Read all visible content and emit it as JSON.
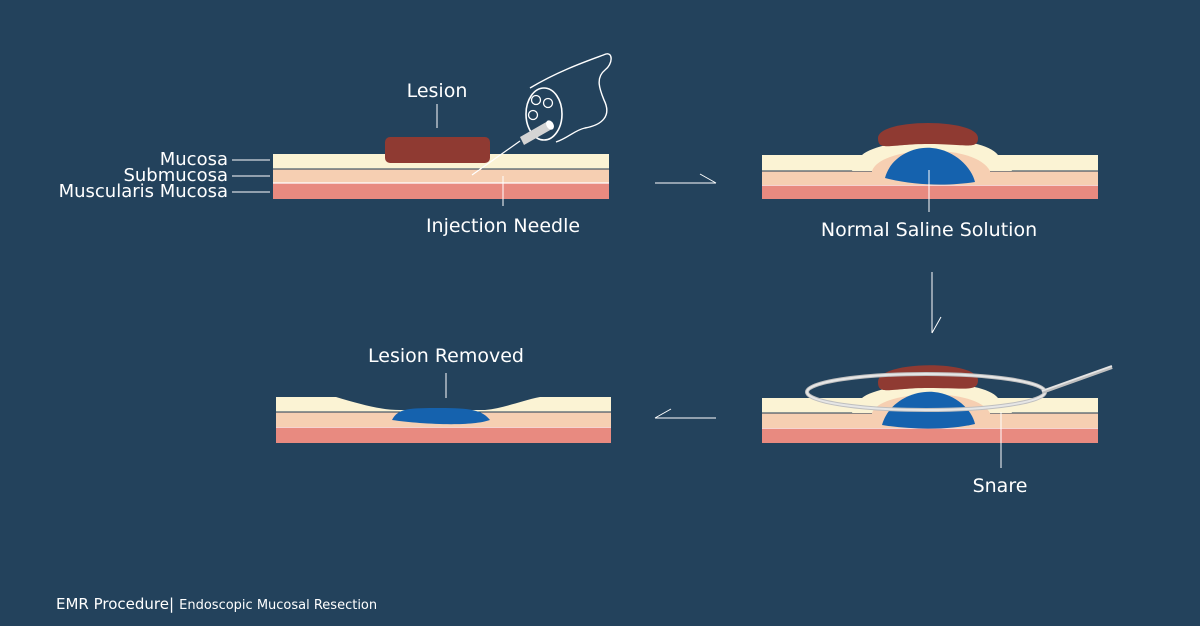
{
  "colors": {
    "background": "#23425c",
    "mucosa": "#fbf3d4",
    "submucosa": "#f6cfb2",
    "muscularis": "#e88a80",
    "lesion": "#8f3a32",
    "saline": "#1562ae",
    "divider": "#1f3a52",
    "instrument": "#d4d4d4",
    "line": "#ffffff"
  },
  "labels": {
    "mucosa": "Mucosa",
    "submucosa": "Submucosa",
    "muscularis": "Muscularis Mucosa",
    "lesion": "Lesion",
    "injection_needle": "Injection Needle",
    "saline": "Normal Saline Solution",
    "lesion_removed": "Lesion Removed",
    "snare": "Snare"
  },
  "caption": {
    "title": "EMR Procedure",
    "separator": "|",
    "subtitle": "Endoscopic Mucosal Resection"
  }
}
